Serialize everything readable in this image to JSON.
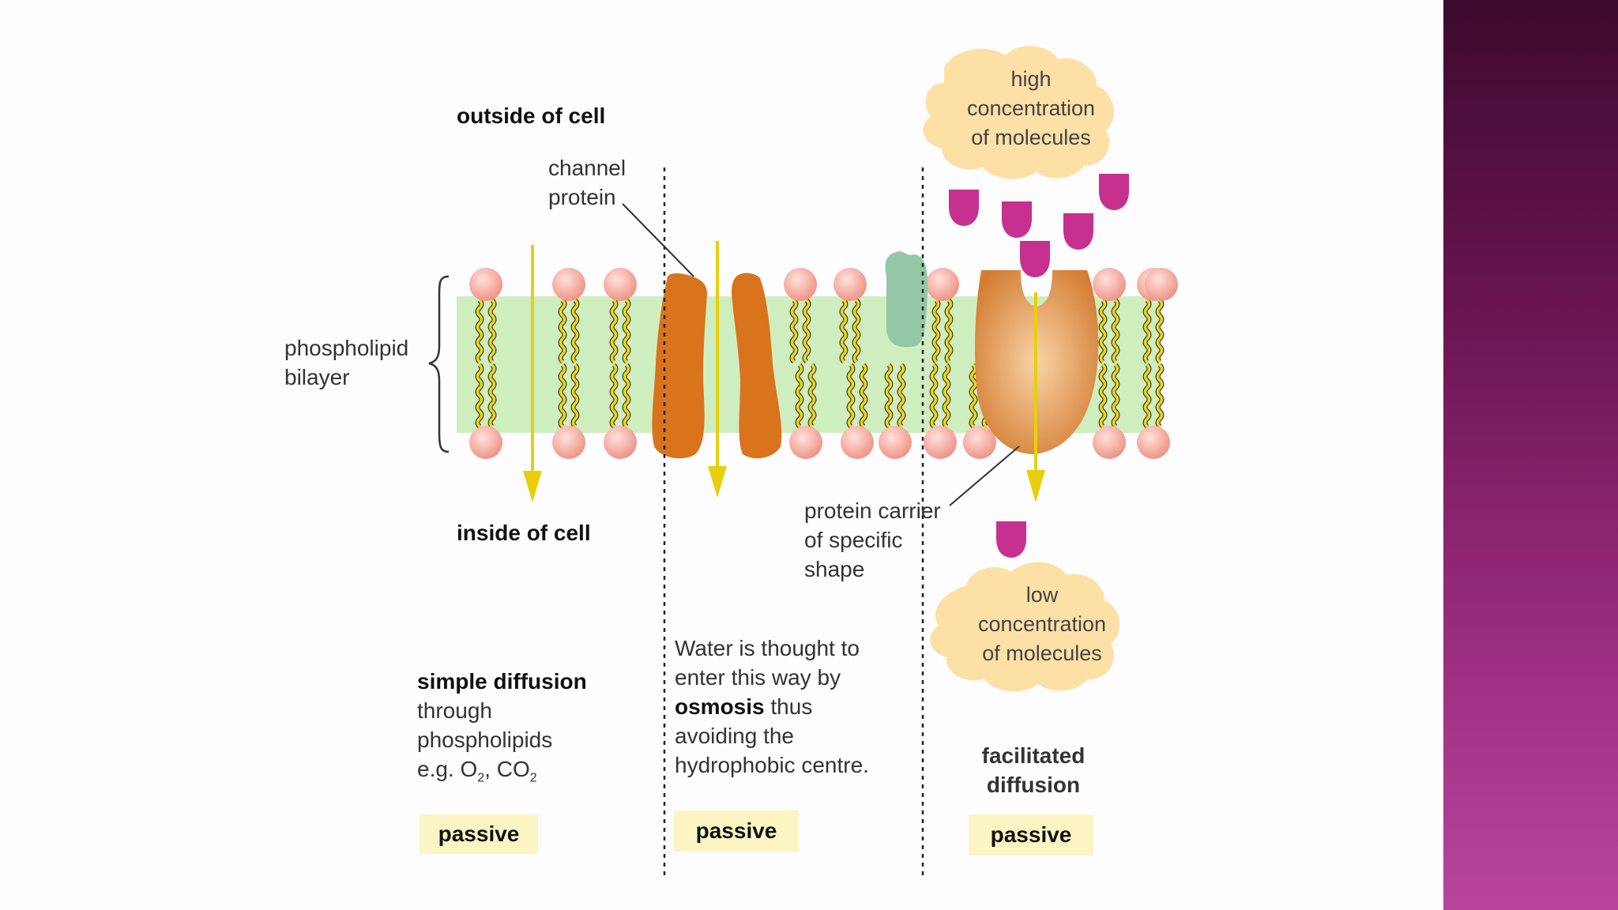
{
  "labels": {
    "outside": "outside of cell",
    "inside": "inside of cell",
    "channel_protein": [
      "channel",
      "protein"
    ],
    "bilayer": [
      "phospholipid",
      "bilayer"
    ],
    "carrier": [
      "protein carrier",
      "of specific",
      "shape"
    ],
    "high_conc": [
      "high",
      "concentration",
      "of molecules"
    ],
    "low_conc": [
      "low",
      "concentration",
      "of molecules"
    ]
  },
  "columns": {
    "simple": {
      "title": "simple diffusion",
      "lines": [
        "through",
        "phospholipids"
      ],
      "example_prefix": "e.g. O",
      "sub1": "2",
      "sep": ", CO",
      "sub2": "2",
      "badge": "passive"
    },
    "osmosis": {
      "l1": "Water is thought to",
      "l2": "enter this way by",
      "bold": "osmosis",
      "l3_rest": " thus",
      "l4": "avoiding the",
      "l5": "hydrophobic centre.",
      "badge": "passive"
    },
    "facilitated": {
      "title_lines": [
        "facilitated",
        "diffusion"
      ],
      "badge": "passive"
    }
  },
  "colors": {
    "membrane": "#cfeec0",
    "head": "#f3a89e",
    "tail": "#e9d629",
    "channel": "#d9731c",
    "carrier": "#dc8f47",
    "molecule": "#c6308f",
    "arrow": "#e8cf0c",
    "cloud": "#fde0a6",
    "badge": "#fbf5c4",
    "sidebar": "#7a1c63"
  }
}
